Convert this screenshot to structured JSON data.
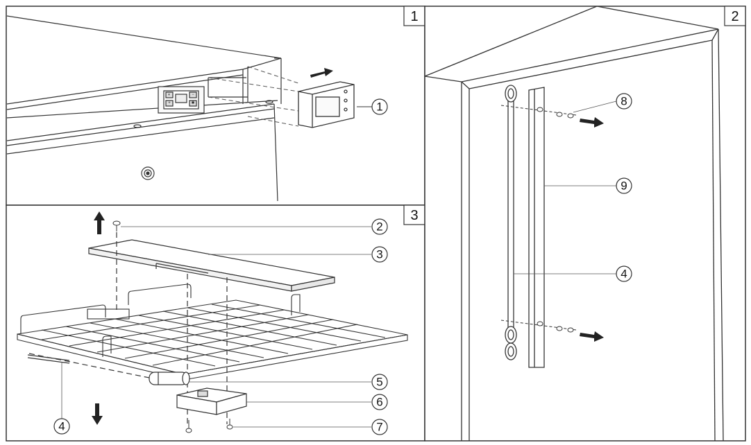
{
  "panels": [
    {
      "number": "1"
    },
    {
      "number": "2"
    },
    {
      "number": "3"
    }
  ],
  "callouts": {
    "c1": "1",
    "c2": "2",
    "c3": "3",
    "c4a": "4",
    "c4b": "4",
    "c5": "5",
    "c6": "6",
    "c7": "7",
    "c8": "8",
    "c9": "9"
  },
  "thermostat_symbols": [
    "◐",
    "+",
    "−",
    "✱"
  ]
}
